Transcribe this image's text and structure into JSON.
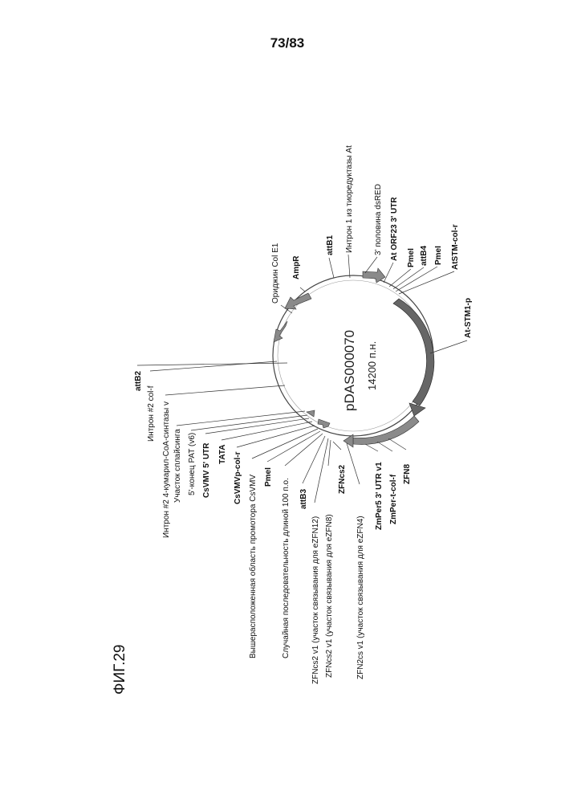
{
  "page_number": "73/83",
  "figure_label": "ФИГ.29",
  "plasmid": {
    "name": "pDAS000070",
    "size": "14200 п.н."
  },
  "labels": [
    "attB2",
    "Интрон #2 col-f",
    "Интрон #2 4-кумарил-CoA-синтазы v",
    "Участок сплайсинга",
    "5'-конец PAT (v6)",
    "CsVMV 5' UTR",
    "TATA",
    "CsVMVp-col-r",
    "Вышерасположенная область промотора CsVMV",
    "PmeI",
    "Случайная последовательность длиной 100 п.о.",
    "attB3",
    "ZFNcs2 v1 (участок связывания для eZFN12)",
    "ZFNcs2 v1 (участок связывания для eZFN8)",
    "ZFNcs2",
    "ZFN2cs v1 (участок связывания для eZFN4)",
    "ZmPer5 3' UTR v1",
    "ZmPer-t-col-f",
    "ZFN8",
    "Ориджин Col E1",
    "AmpR",
    "attB1",
    "Интрон 1 из тиоредуктазы At",
    "3' половина dsRED",
    "At ORF23 3' UTR",
    "PmeI",
    "attB4",
    "PmeI",
    "AtSTM-col-r",
    "At-STM1-p"
  ]
}
